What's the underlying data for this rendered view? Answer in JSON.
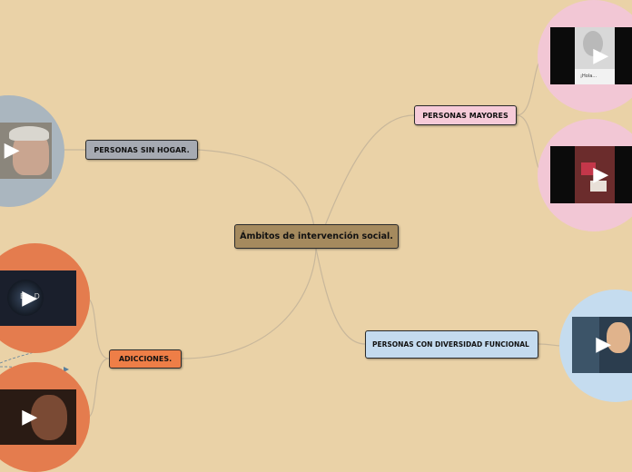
{
  "diagram": {
    "center": {
      "label": "Ámbitos de intervención social."
    },
    "topics": [
      {
        "id": "sin-hogar",
        "label": "PERSONAS SIN HOGAR."
      },
      {
        "id": "mayores",
        "label": "PERSONAS MAYORES"
      },
      {
        "id": "adicciones",
        "label": "ADICCIONES."
      },
      {
        "id": "diversidad",
        "label": "PERSONAS CON DIVERSIDAD FUNCIONAL"
      }
    ],
    "video_caption": "¡Hola...",
    "video_overlay_text": "B    D",
    "play_glyph": "▶"
  },
  "colors": {
    "background": "#ead2a7",
    "center": "#a58a5e",
    "sin_hogar": "#a6aab2",
    "mayores": "#f6cbd9",
    "adicciones": "#ee7e47",
    "diversidad": "#c4dbef",
    "connector": "#c8b79b"
  }
}
